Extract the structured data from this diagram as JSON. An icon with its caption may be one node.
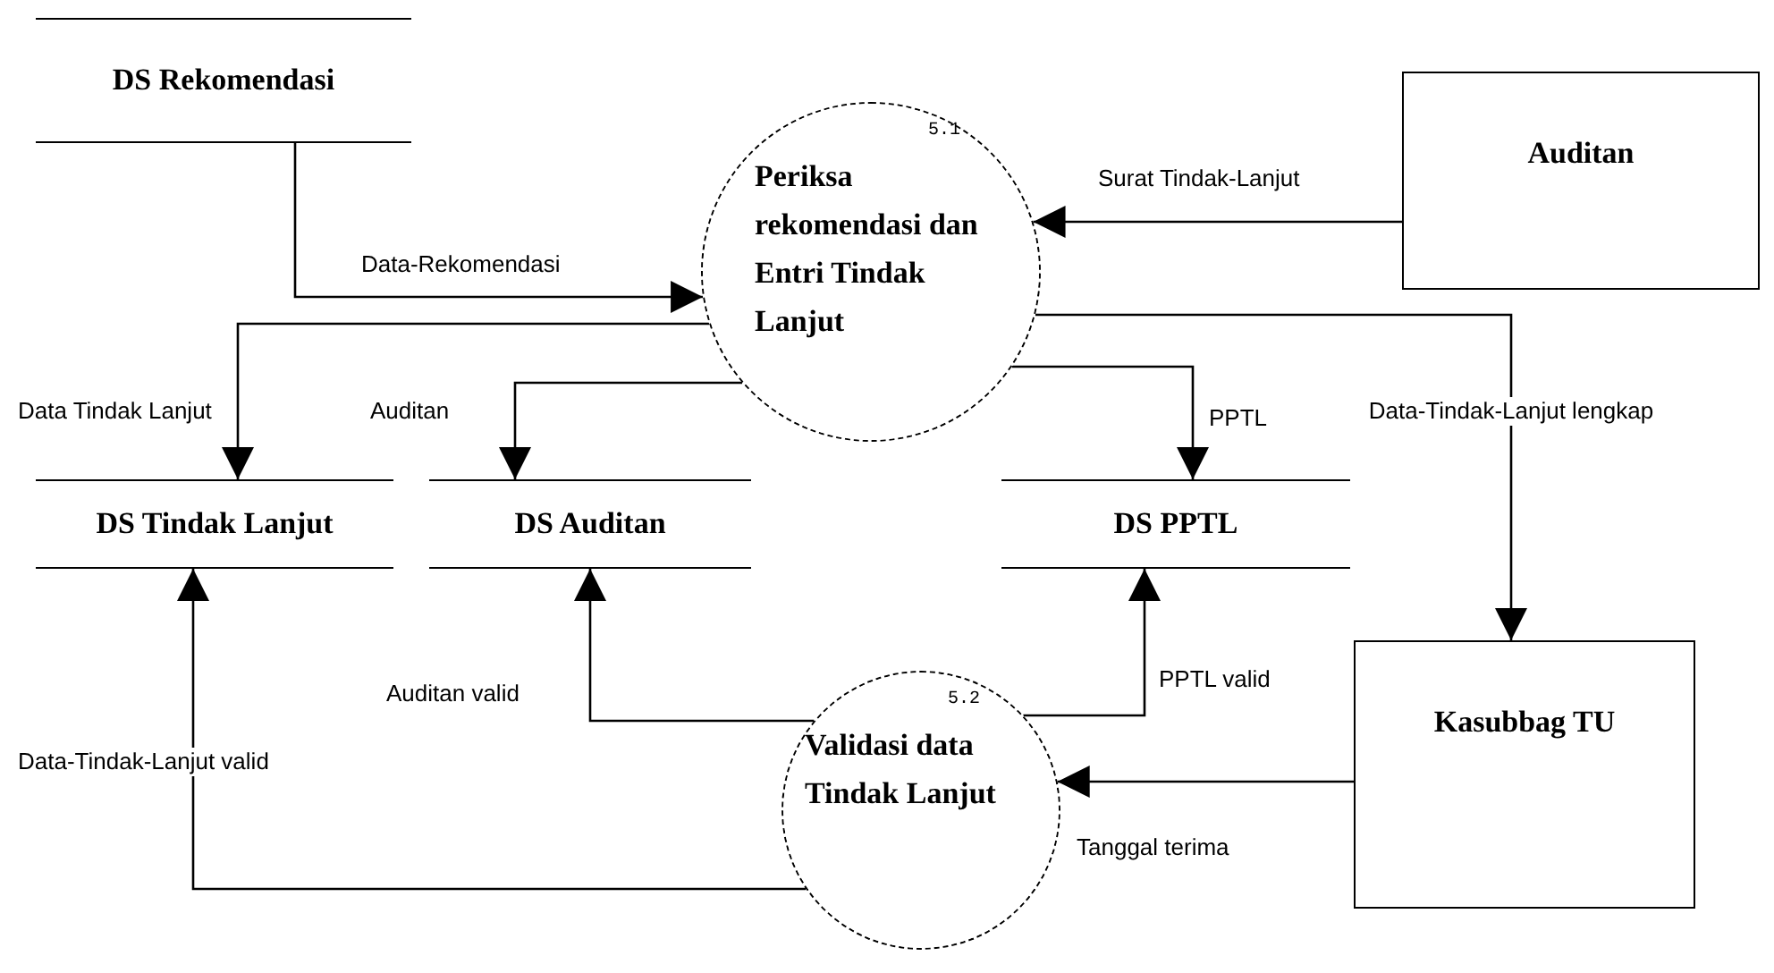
{
  "diagram": {
    "nodes": [
      {
        "text": [
          "DS Rekomendasi"
        ]
      },
      {
        "text": [
          "5.1",
          "Periksa rekomendasi dan Entri Tindak Lanjut"
        ]
      },
      {
        "text": [
          "Auditan"
        ]
      },
      {
        "text": [
          "DS Tindak Lanjut"
        ]
      },
      {
        "text": [
          "DS Auditan"
        ]
      },
      {
        "text": [
          "DS PPTL"
        ]
      },
      {
        "text": [
          "Kasubbag TU"
        ]
      },
      {
        "text": [
          "5.2",
          "Validasi data Tindak Lanjut"
        ]
      }
    ],
    "edges": [
      {
        "from": 0,
        "to": 1,
        "arrow": "to",
        "label": "Data-Rekomendasi"
      },
      {
        "from": 1,
        "to": 3,
        "arrow": "to",
        "label": "Data Tindak Lanjut"
      },
      {
        "from": 1,
        "to": 4,
        "arrow": "to",
        "label": "Auditan"
      },
      {
        "from": 1,
        "to": 5,
        "arrow": "to",
        "label": "PPTL"
      },
      {
        "from": 2,
        "to": 1,
        "arrow": "to",
        "label": "Surat Tindak-Lanjut"
      },
      {
        "from": 1,
        "to": 6,
        "arrow": "to",
        "label": "Data-Tindak-Lanjut lengkap"
      },
      {
        "from": 7,
        "to": 3,
        "arrow": "to",
        "label": "Data-Tindak-Lanjut valid"
      },
      {
        "from": 7,
        "to": 4,
        "arrow": "to",
        "label": "Auditan valid"
      },
      {
        "from": 7,
        "to": 5,
        "arrow": "to",
        "label": "PPTL valid"
      },
      {
        "from": 6,
        "to": 7,
        "arrow": "to",
        "label": "Tanggal terima"
      }
    ]
  }
}
